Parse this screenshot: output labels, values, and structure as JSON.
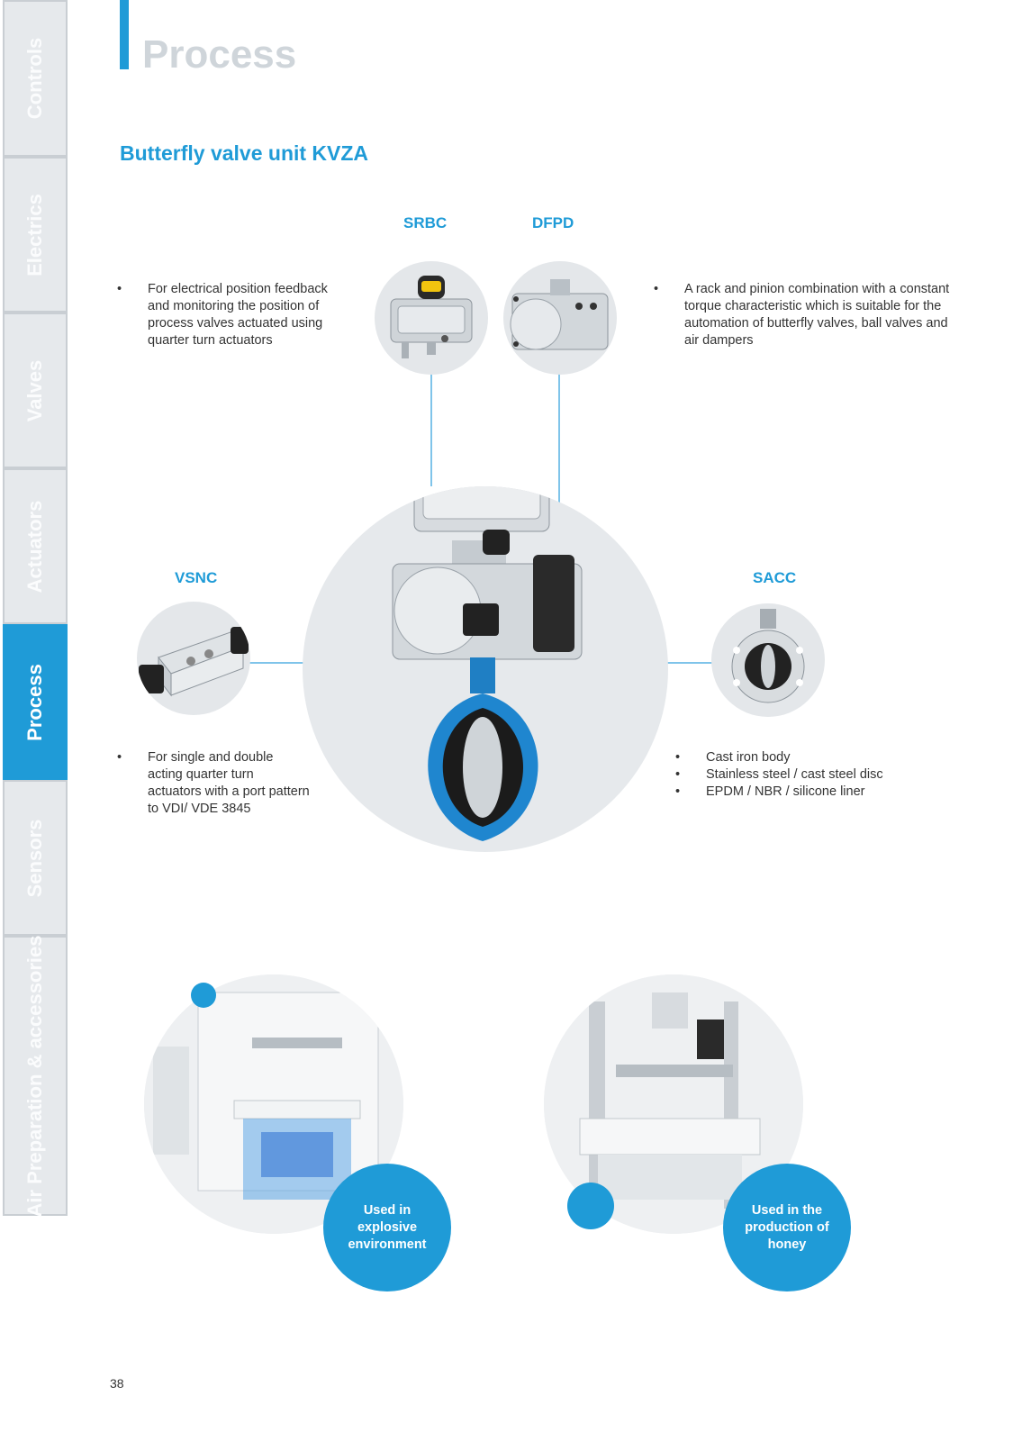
{
  "sidebar": {
    "tabs": [
      {
        "label": "Controls",
        "active": false
      },
      {
        "label": "Electrics",
        "active": false
      },
      {
        "label": "Valves",
        "active": false
      },
      {
        "label": "Actuators",
        "active": false
      },
      {
        "label": "Process",
        "active": true
      },
      {
        "label": "Sensors",
        "active": false
      },
      {
        "label": "Air Preparation & accessories",
        "active": false
      }
    ]
  },
  "header": {
    "title": "Process",
    "subtitle": "Butterfly valve unit KVZA"
  },
  "products": {
    "srbc": {
      "label": "SRBC",
      "bullets": [
        "For electrical position feedback and monitoring the position of process valves actuated using quarter turn actuators"
      ]
    },
    "dfpd": {
      "label": "DFPD",
      "bullets": [
        "A rack and pinion combination with a constant torque characteristic which is suitable for the automation of butterfly valves, ball valves and air dampers"
      ]
    },
    "vsnc": {
      "label": "VSNC",
      "bullets": [
        "For single and double acting quarter turn actuators with a port pattern to VDI/ VDE 3845"
      ]
    },
    "sacc": {
      "label": "SACC",
      "bullets": [
        "Cast iron body",
        "Stainless steel / cast steel disc",
        "EPDM / NBR / silicone liner"
      ]
    }
  },
  "applications": {
    "explosive": "Used in explosive environment",
    "honey": "Used in the production of honey"
  },
  "footer": {
    "page_number": "38"
  },
  "colors": {
    "accent": "#1f9bd7",
    "title_gray": "#cfd5da",
    "circle_bg": "#e4e7ea"
  }
}
